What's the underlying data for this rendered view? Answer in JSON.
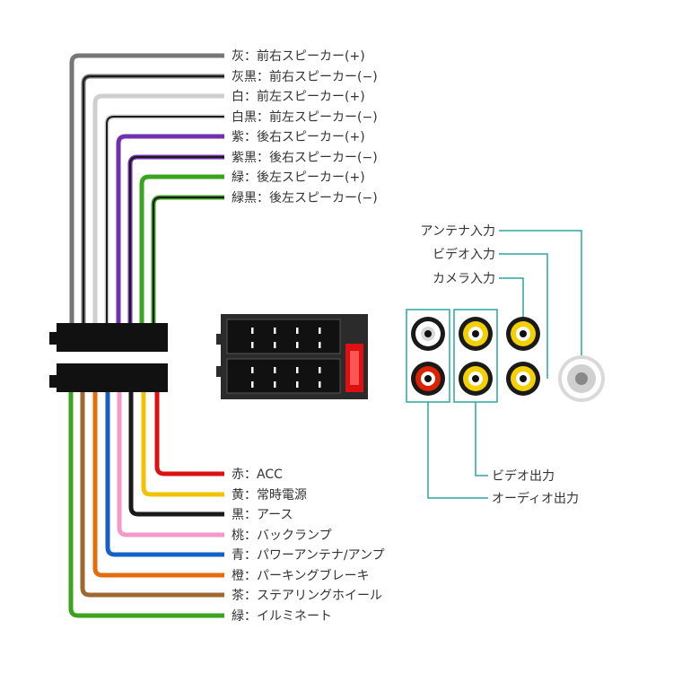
{
  "top_wires": [
    {
      "label": "灰：前右スピーカー(+)",
      "color": "#777777",
      "stripe": ""
    },
    {
      "label": "灰黒：前右スピーカー(−)",
      "color": "#777777",
      "stripe": "#1a1a1a"
    },
    {
      "label": "白：前左スピーカー(+)",
      "color": "#cfcfcf",
      "stripe": ""
    },
    {
      "label": "白黒：前左スピーカー(−)",
      "color": "#cfcfcf",
      "stripe": "#1a1a1a"
    },
    {
      "label": "紫：後右スピーカー(+)",
      "color": "#7030b0",
      "stripe": ""
    },
    {
      "label": "紫黒：後右スピーカー(−)",
      "color": "#7030b0",
      "stripe": "#1a1a1a"
    },
    {
      "label": "緑：後左スピーカー(+)",
      "color": "#3aa41e",
      "stripe": ""
    },
    {
      "label": "緑黒：後左スピーカー(−)",
      "color": "#3aa41e",
      "stripe": "#1a1a1a"
    }
  ],
  "bottom_wires": [
    {
      "label": "赤：ACC",
      "color": "#dd1111"
    },
    {
      "label": "黄：常時電源",
      "color": "#f2c200"
    },
    {
      "label": "黒：アース",
      "color": "#1a1a1a"
    },
    {
      "label": "桃：バックランプ",
      "color": "#f49ac8"
    },
    {
      "label": "青：パワーアンテナ/アンプ",
      "color": "#1560c8"
    },
    {
      "label": "橙：パーキングブレーキ",
      "color": "#e46c0a"
    },
    {
      "label": "茶：ステアリングホイール",
      "color": "#a0682e"
    },
    {
      "label": "緑：イルミネート",
      "color": "#3aa41e"
    }
  ],
  "rca_labels": {
    "antenna_in": "アンテナ入力",
    "video_in": "ビデオ入力",
    "camera_in": "カメラ入力",
    "video_out": "ビデオ出力",
    "audio_out": "オーディオ出力"
  },
  "colors": {
    "leader_line": "#2aa6a0",
    "connector_body": "#111111",
    "fuse": "#dd1111",
    "rca_yellow": "#f5d000",
    "rca_red": "#dd2200",
    "rca_white": "#ffffff"
  }
}
